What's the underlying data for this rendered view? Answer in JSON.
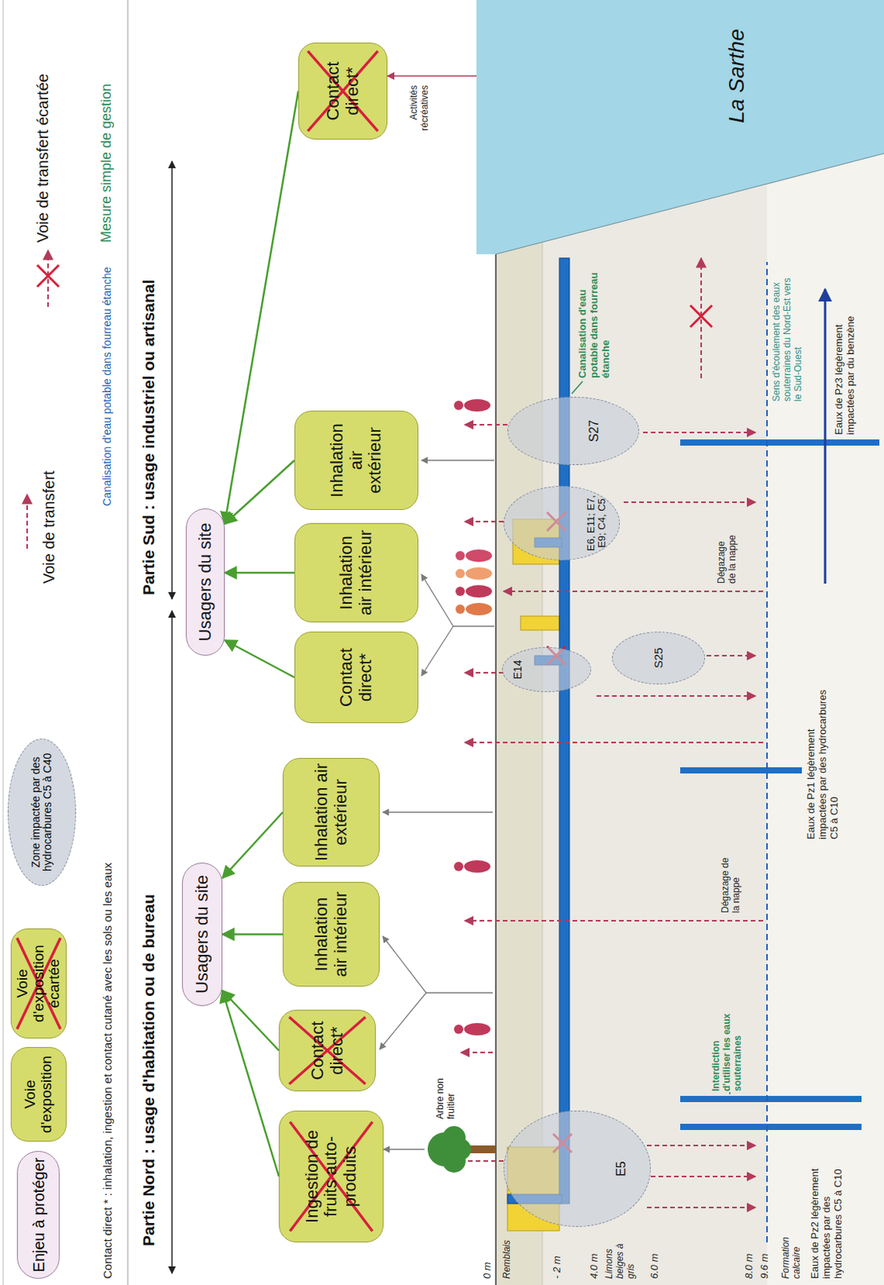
{
  "diagram": {
    "nodes": [
      {
        "text": [
          "Usagers du site"
        ]
      },
      {
        "text": [
          "Ingestion de fruits auto-produits"
        ]
      },
      {
        "text": [
          "Contact direct*"
        ]
      },
      {
        "text": [
          "Inhalation air intérieur"
        ]
      },
      {
        "text": [
          "Inhalation air extérieur"
        ]
      },
      {
        "text": [
          "Usagers du site"
        ]
      },
      {
        "text": [
          "Contact direct*"
        ]
      },
      {
        "text": [
          "Inhalation air intérieur"
        ]
      },
      {
        "text": [
          "Inhalation air extérieur"
        ]
      },
      {
        "text": [
          "Contact direct*"
        ]
      },
      {
        "text": [
          "Arbre non fruitier"
        ]
      },
      {
        "text": [
          "E5"
        ]
      },
      {
        "text": [
          "E14"
        ]
      },
      {
        "text": [
          "S25"
        ]
      },
      {
        "text": [
          "E6, E11; E7, E9; C4, C5"
        ]
      },
      {
        "text": [
          "S27"
        ]
      },
      {
        "text": [
          "La Sarthe"
        ]
      }
    ],
    "edges": [
      {
        "from": 1,
        "to": 0,
        "arrow": "to"
      },
      {
        "from": 2,
        "to": 0,
        "arrow": "to"
      },
      {
        "from": 3,
        "to": 0,
        "arrow": "to"
      },
      {
        "from": 4,
        "to": 0,
        "arrow": "to"
      },
      {
        "from": 6,
        "to": 5,
        "arrow": "to"
      },
      {
        "from": 7,
        "to": 5,
        "arrow": "to"
      },
      {
        "from": 8,
        "to": 5,
        "arrow": "to"
      },
      {
        "from": 9,
        "to": 5,
        "arrow": "to"
      },
      {
        "from": 10,
        "to": 1,
        "arrow": "to"
      },
      {
        "from": 16,
        "to": 9,
        "label": "Activités récréatives",
        "arrow": "to"
      }
    ],
    "labels": [
      "Contact direct * : inhalation, ingestion et contact cutané avec les sols ou les eaux",
      "Partie Nord : usage d'habitation ou de bureau",
      "Partie Sud : usage industriel ou artisanal",
      "0 m",
      "Remblais",
      "- 2 m",
      "4.0 m",
      "Limons beiges à gris",
      "6.0 m",
      "8.0 m",
      "9.6 m",
      "Formation calcaire",
      "Eaux de Pz2 légèrement impactées par des hydrocarbures C5 à C10",
      "Interdiction d'utiliser les eaux souterraines",
      "Dégazage de la nappe",
      "Eaux de Pz1 légèrement impactées par des hydrocarbures C5 à C10",
      "Dégazage de la nappe",
      "Eaux de Pz3 légèrement impactées par du benzène",
      "Sens d'écoulement des eaux souterraines du Nord-Est vers le Sud-Ouest",
      "Canalisation d'eau potable dans fourreau étanche"
    ],
    "legend": [
      {
        "text": "Enjeu à protéger",
        "color": "#f4e8f3"
      },
      {
        "text": "Voie d'exposition",
        "color": "#d5dc6c"
      },
      {
        "text": "Voie d'exposition écartée",
        "color": "#d5dc6c"
      },
      {
        "text": "Zone impactée par des hydrocarbures C5 à C40",
        "color": "#d4d8e0"
      },
      {
        "text": "Voie de transfert"
      },
      {
        "text": "Voie de transfert écartée"
      },
      {
        "text": "Canalisation d'eau potable dans fourreau étanche"
      },
      {
        "text": "Mesure simple de gestion"
      }
    ]
  }
}
